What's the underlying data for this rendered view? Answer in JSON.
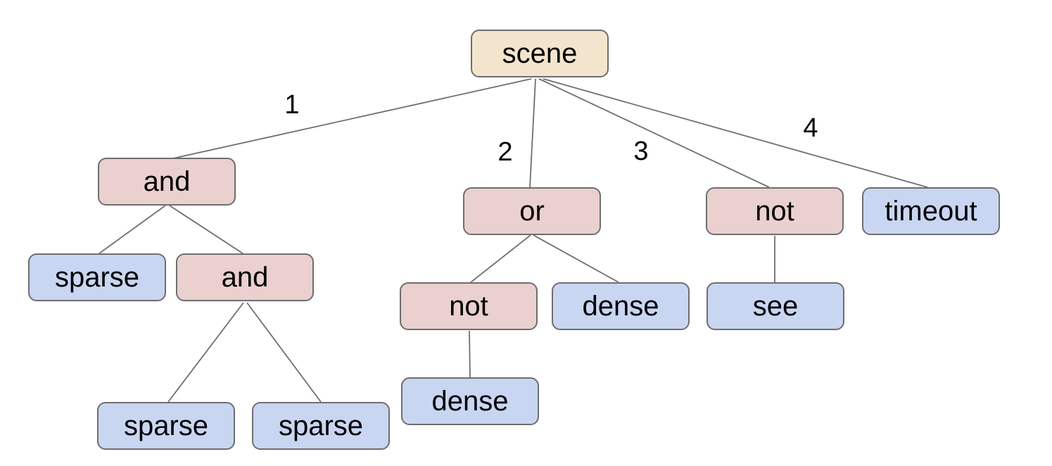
{
  "colors": {
    "background": "#ffffff",
    "root_fill": "#f3e5cd",
    "operator_fill": "#ead0cf",
    "leaf_fill": "#c9d6f2",
    "node_border": "#6e6e6e",
    "edge_line": "#6f6f6f",
    "text": "#000000"
  },
  "nodes": {
    "scene": {
      "label": "scene"
    },
    "and1": {
      "label": "and"
    },
    "or1": {
      "label": "or"
    },
    "not_right": {
      "label": "not"
    },
    "timeout1": {
      "label": "timeout"
    },
    "sparse_a": {
      "label": "sparse"
    },
    "and2": {
      "label": "and"
    },
    "sparse_b": {
      "label": "sparse"
    },
    "sparse_c": {
      "label": "sparse"
    },
    "not_mid": {
      "label": "not"
    },
    "dense_a": {
      "label": "dense"
    },
    "dense_b": {
      "label": "dense"
    },
    "see1": {
      "label": "see"
    }
  },
  "edge_labels": {
    "branch1": "1",
    "branch2": "2",
    "branch3": "3",
    "branch4": "4"
  },
  "tree": {
    "label": "scene",
    "children": [
      {
        "edge": "1",
        "label": "and",
        "children": [
          {
            "label": "sparse"
          },
          {
            "label": "and",
            "children": [
              {
                "label": "sparse"
              },
              {
                "label": "sparse"
              }
            ]
          }
        ]
      },
      {
        "edge": "2",
        "label": "or",
        "children": [
          {
            "label": "not",
            "children": [
              {
                "label": "dense"
              }
            ]
          },
          {
            "label": "dense"
          }
        ]
      },
      {
        "edge": "3",
        "label": "not",
        "children": [
          {
            "label": "see"
          }
        ]
      },
      {
        "edge": "4",
        "label": "timeout"
      }
    ]
  }
}
